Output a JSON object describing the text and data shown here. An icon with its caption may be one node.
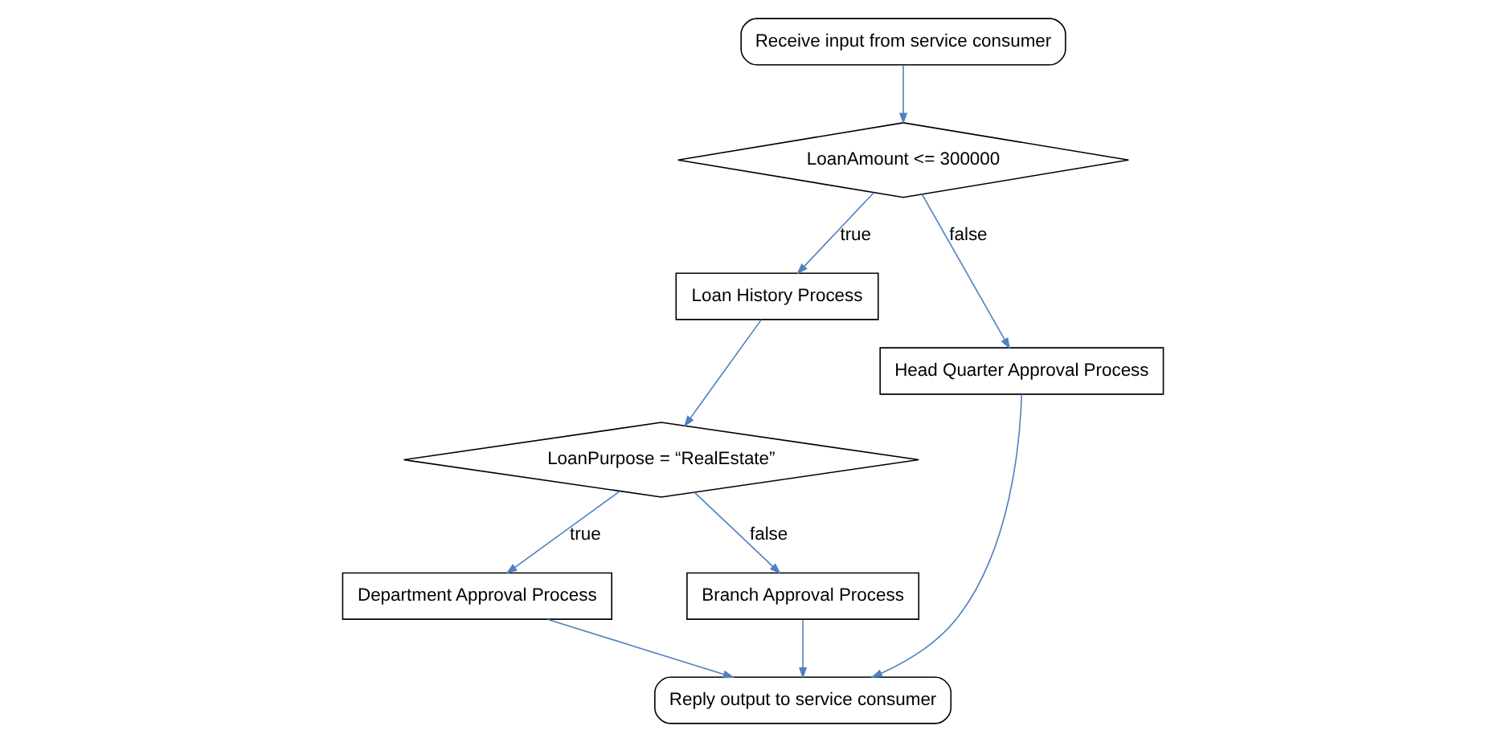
{
  "diagram": {
    "nodes": [
      {
        "text": [
          "Receive input from service consumer"
        ]
      },
      {
        "text": [
          "LoanAmount <= 300000"
        ]
      },
      {
        "text": [
          "Loan History Process"
        ]
      },
      {
        "text": [
          "Head Quarter Approval Process"
        ]
      },
      {
        "text": [
          "LoanPurpose = “RealEstate”"
        ]
      },
      {
        "text": [
          "Department Approval Process"
        ]
      },
      {
        "text": [
          "Branch Approval Process"
        ]
      },
      {
        "text": [
          "Reply output to service consumer"
        ]
      }
    ],
    "edges": [
      {
        "from": 0,
        "to": 1,
        "arrow": "to"
      },
      {
        "from": 1,
        "to": 2,
        "arrow": "to",
        "label": "true"
      },
      {
        "from": 1,
        "to": 3,
        "arrow": "to",
        "label": "false"
      },
      {
        "from": 2,
        "to": 4,
        "arrow": "to"
      },
      {
        "from": 4,
        "to": 5,
        "arrow": "to",
        "label": "true"
      },
      {
        "from": 4,
        "to": 6,
        "arrow": "to",
        "label": "false"
      },
      {
        "from": 5,
        "to": 7,
        "arrow": "to"
      },
      {
        "from": 6,
        "to": 7,
        "arrow": "to"
      },
      {
        "from": 3,
        "to": 7,
        "arrow": "to"
      }
    ]
  }
}
